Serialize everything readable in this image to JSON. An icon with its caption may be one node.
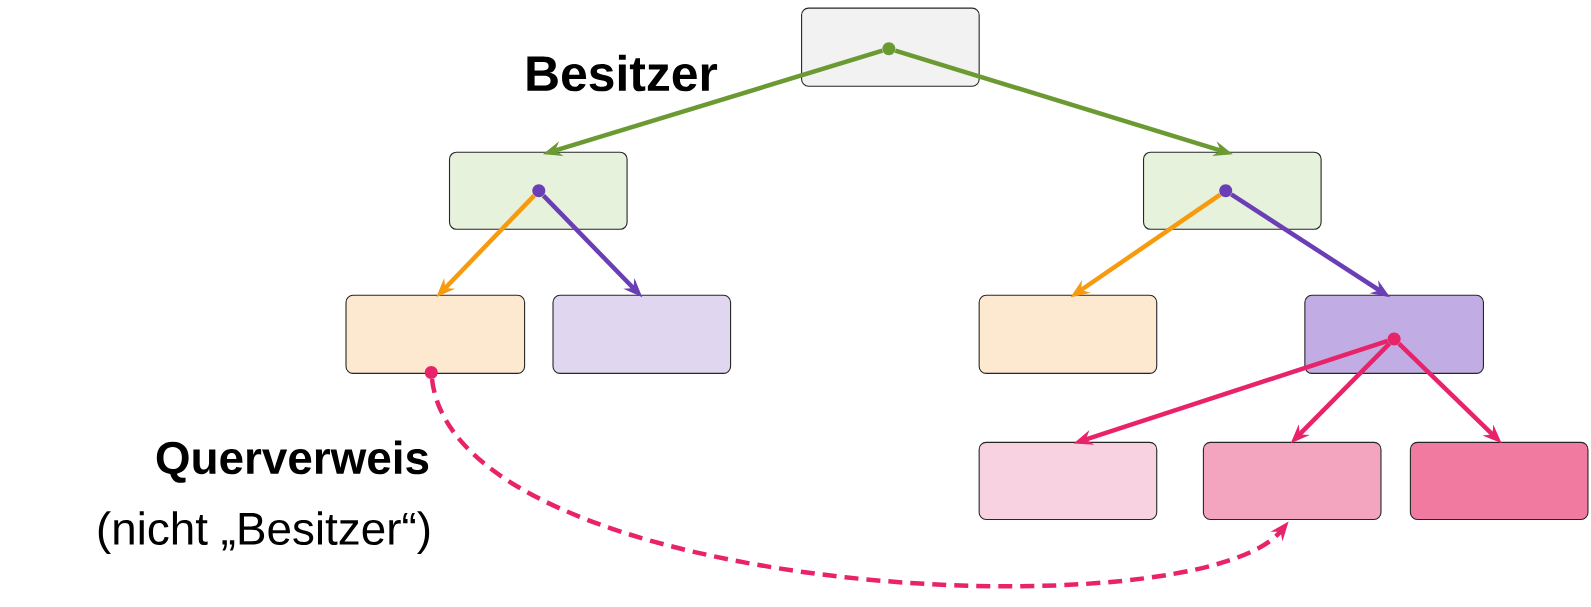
{
  "diagram": {
    "nodes": [
      {
        "text": [],
        "shape": "box"
      },
      {
        "text": [],
        "shape": "circle",
        "in": 0
      },
      {
        "text": [],
        "shape": "box"
      },
      {
        "text": [],
        "shape": "circle",
        "in": 2
      },
      {
        "text": [],
        "shape": "box"
      },
      {
        "text": [],
        "shape": "circle",
        "in": 4
      },
      {
        "text": [],
        "shape": "box"
      },
      {
        "text": [],
        "shape": "circle"
      },
      {
        "text": [],
        "shape": "box"
      },
      {
        "text": [],
        "shape": "box"
      },
      {
        "text": [],
        "shape": "box"
      },
      {
        "text": [],
        "shape": "circle",
        "in": 10
      },
      {
        "text": [],
        "shape": "box"
      },
      {
        "text": [],
        "shape": "box"
      },
      {
        "text": [],
        "shape": "box"
      }
    ],
    "edges": [
      {
        "from": 1,
        "to": 2,
        "arrow": "to",
        "color": "#6b9a32"
      },
      {
        "from": 1,
        "to": 4,
        "arrow": "to",
        "color": "#6b9a32"
      },
      {
        "from": 3,
        "to": 6,
        "arrow": "to",
        "color": "#f79a0e"
      },
      {
        "from": 3,
        "to": 8,
        "arrow": "to",
        "color": "#6a3fb5"
      },
      {
        "from": 5,
        "to": 9,
        "arrow": "to",
        "color": "#f79a0e"
      },
      {
        "from": 5,
        "to": 10,
        "arrow": "to",
        "color": "#6a3fb5"
      },
      {
        "from": 11,
        "to": 12,
        "arrow": "to"
      },
      {
        "from": 11,
        "to": 13,
        "arrow": "to"
      },
      {
        "from": 11,
        "to": 14,
        "arrow": "to"
      },
      {
        "from": 7,
        "to": 13,
        "arrow": "to",
        "style": "dashed"
      }
    ],
    "labels": [
      "Besitzer",
      "Querverweis",
      "(nicht „Besitzer“)"
    ]
  }
}
